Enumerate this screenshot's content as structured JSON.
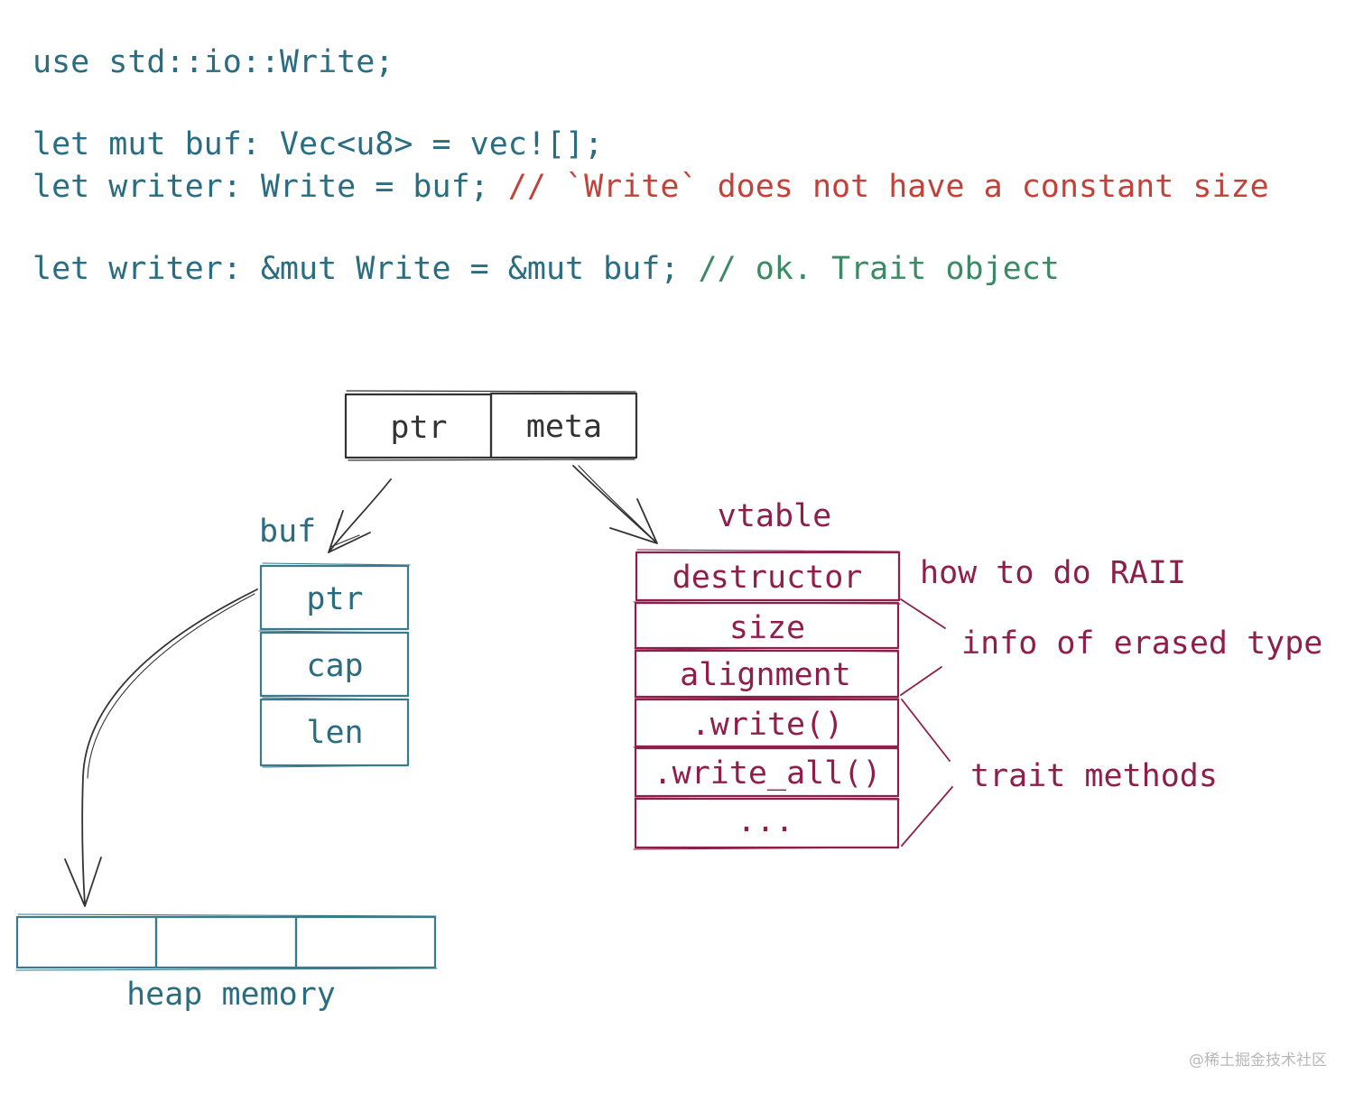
{
  "colors": {
    "teal": "#2b6d80",
    "box_teal": "#3a7a8a",
    "crimson": "#8e1f4b",
    "dark": "#333333",
    "comment_red": "#c0423a",
    "comment_green": "#3c8a63"
  },
  "code": {
    "line1": "use std::io::Write;",
    "line2": "let mut buf: Vec<u8> = vec![];",
    "line3_code": "let writer: Write = buf; ",
    "line3_comment": "// `Write` does not have a constant size",
    "line4_code": "let writer: &mut Write = &mut buf; ",
    "line4_comment": "// ok. Trait object"
  },
  "fat_pointer": {
    "ptr_label": "ptr",
    "meta_label": "meta"
  },
  "buf": {
    "title": "buf",
    "fields": [
      "ptr",
      "cap",
      "len"
    ]
  },
  "heap": {
    "label": "heap memory",
    "cells": 3
  },
  "vtable": {
    "title": "vtable",
    "entries": [
      "destructor",
      "size",
      "alignment",
      ".write()",
      ".write_all()",
      "..."
    ],
    "annotations": {
      "raii": "how to do RAII",
      "erased": "info of erased type",
      "methods": "trait methods"
    }
  },
  "watermark": "@稀土掘金技术社区"
}
